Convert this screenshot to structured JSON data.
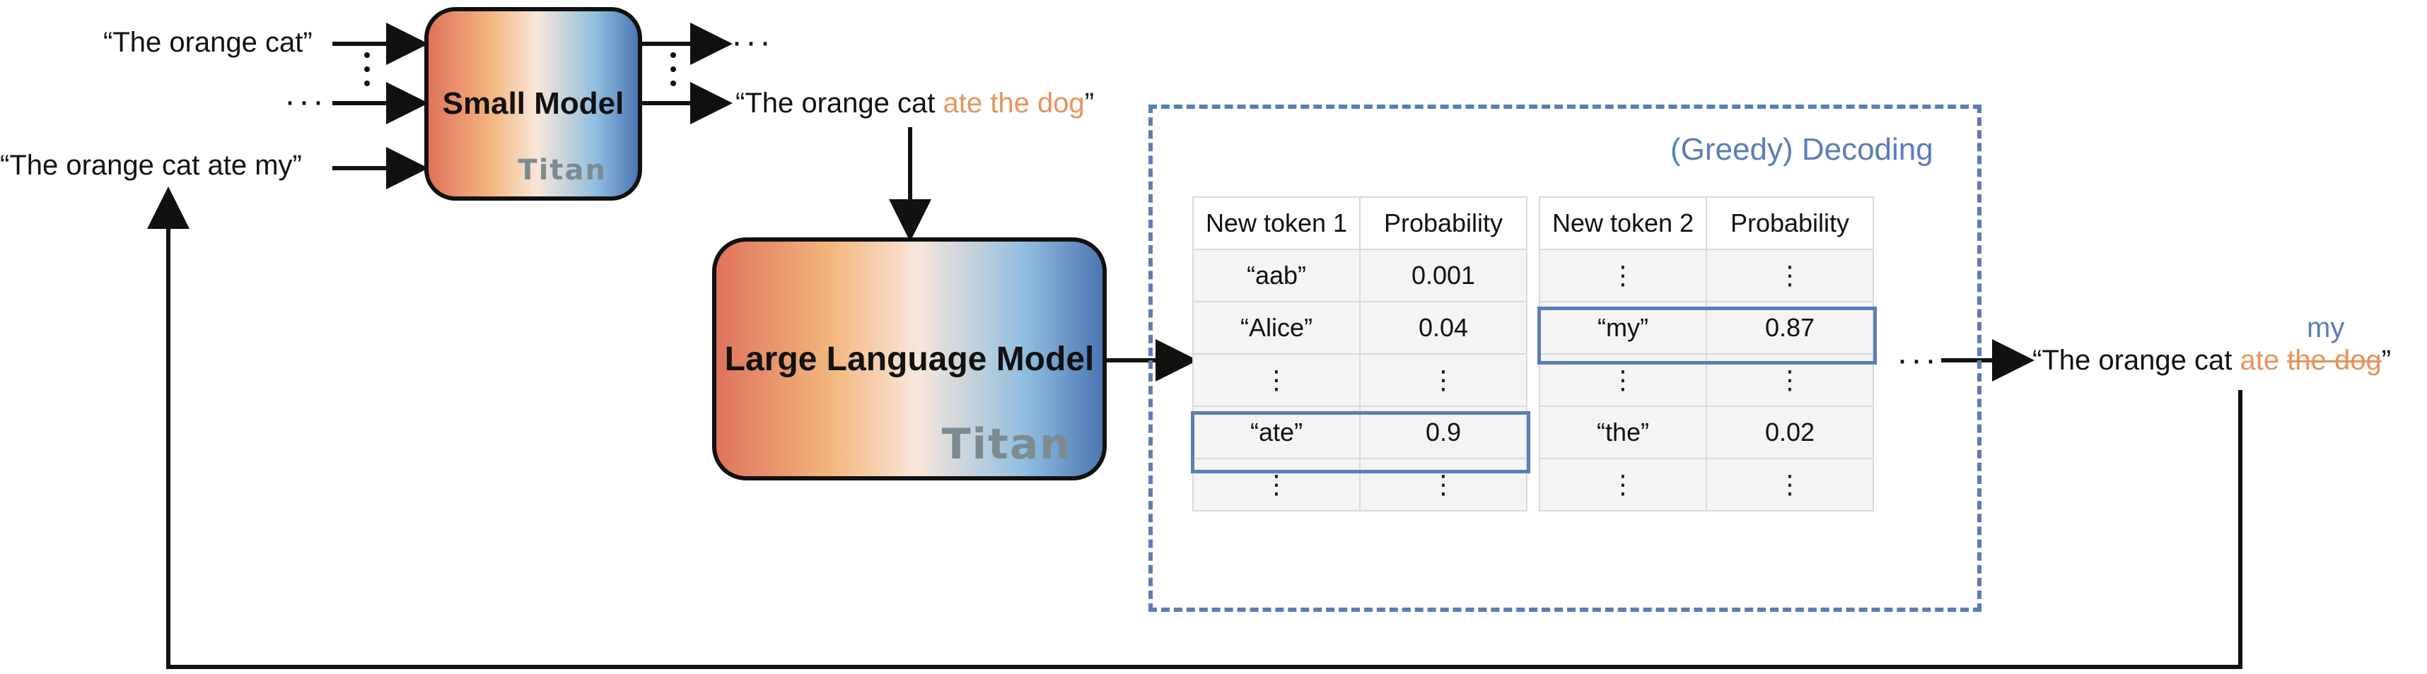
{
  "inputs": {
    "top": "“The orange cat”",
    "middle": "···",
    "bottom": "“The orange cat ate my”"
  },
  "small_model": {
    "name": "Small Model",
    "brand": "Titan"
  },
  "large_model": {
    "name": "Large Language Model",
    "brand": "Titan"
  },
  "draft": {
    "outputs_more": "···",
    "prefix": "“The orange cat ",
    "proposed": "ate the dog",
    "suffix": "”"
  },
  "decoding": {
    "title": "(Greedy) Decoding",
    "table1": {
      "headers": [
        "New token 1",
        "Probability"
      ],
      "rows": [
        [
          "“aab”",
          "0.001"
        ],
        [
          "“Alice”",
          "0.04"
        ],
        [
          "⋮",
          "⋮"
        ],
        [
          "“ate”",
          "0.9"
        ],
        [
          "⋮",
          "⋮"
        ]
      ]
    },
    "table2": {
      "headers": [
        "New token 2",
        "Probability"
      ],
      "rows": [
        [
          "⋮",
          "⋮"
        ],
        [
          "“my”",
          "0.87"
        ],
        [
          "⋮",
          "⋮"
        ],
        [
          "“the”",
          "0.02"
        ],
        [
          "⋮",
          "⋮"
        ]
      ]
    }
  },
  "result": {
    "ellipsis": "···",
    "prefix": "“The orange cat ",
    "accepted": "ate",
    "rejected": "the dog",
    "suffix": "”",
    "correction": "my"
  },
  "colors": {
    "accent_blue": "#5B7DB8",
    "accent_orange": "#E8935C",
    "line": "#111111"
  }
}
